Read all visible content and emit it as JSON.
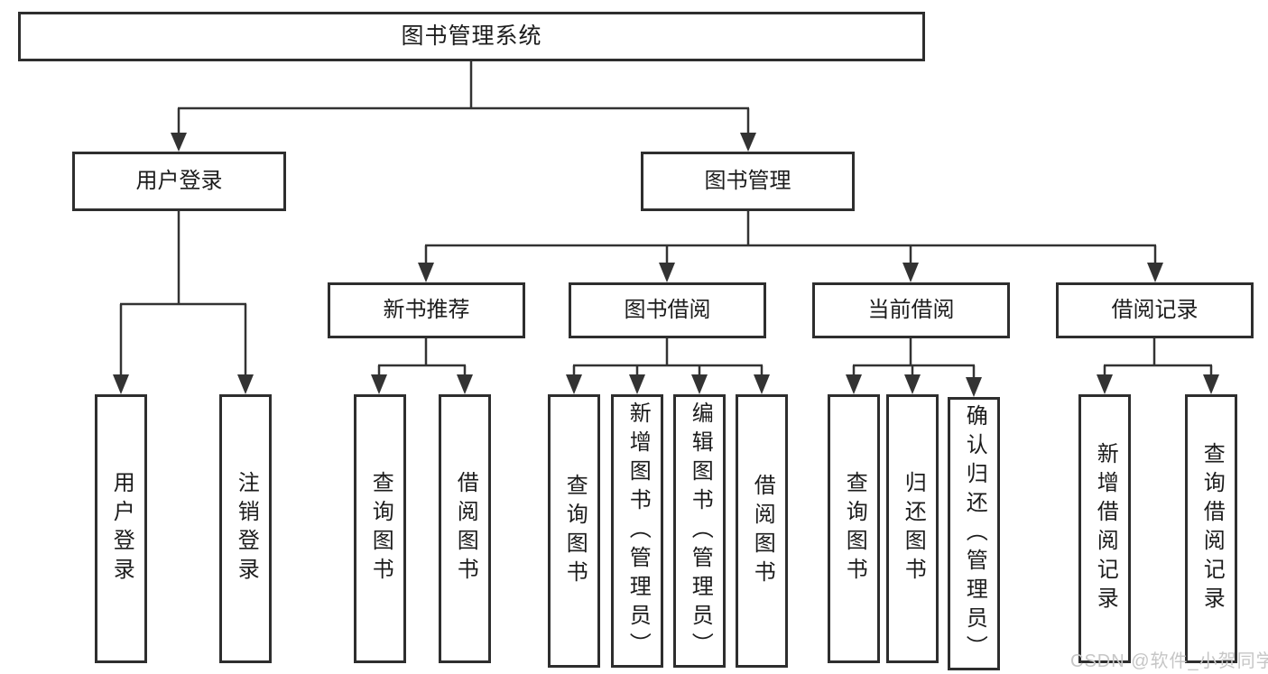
{
  "diagram": {
    "root": {
      "label": "图书管理系统"
    },
    "branches": [
      {
        "label": "用户登录",
        "children": [
          {
            "label": "用户登录"
          },
          {
            "label": "注销登录"
          }
        ]
      },
      {
        "label": "图书管理",
        "children": [
          {
            "label": "新书推荐",
            "children": [
              {
                "label": "查询图书"
              },
              {
                "label": "借阅图书"
              }
            ]
          },
          {
            "label": "图书借阅",
            "children": [
              {
                "label": "查询图书"
              },
              {
                "label": "新增图书（管理员）"
              },
              {
                "label": "编辑图书（管理员）"
              },
              {
                "label": "借阅图书"
              }
            ]
          },
          {
            "label": "当前借阅",
            "children": [
              {
                "label": "查询图书"
              },
              {
                "label": "归还图书"
              },
              {
                "label": "确认归还（管理员）"
              }
            ]
          },
          {
            "label": "借阅记录",
            "children": [
              {
                "label": "新增借阅记录"
              },
              {
                "label": "查询借阅记录"
              }
            ]
          }
        ]
      }
    ]
  },
  "watermark": {
    "text": "CSDN @软件_小贺同学"
  },
  "colors": {
    "line": "#333333",
    "box_border": "#2e2e2e",
    "text": "#1c1c1c",
    "background": "#ffffff",
    "watermark": "#c6c6c6"
  }
}
